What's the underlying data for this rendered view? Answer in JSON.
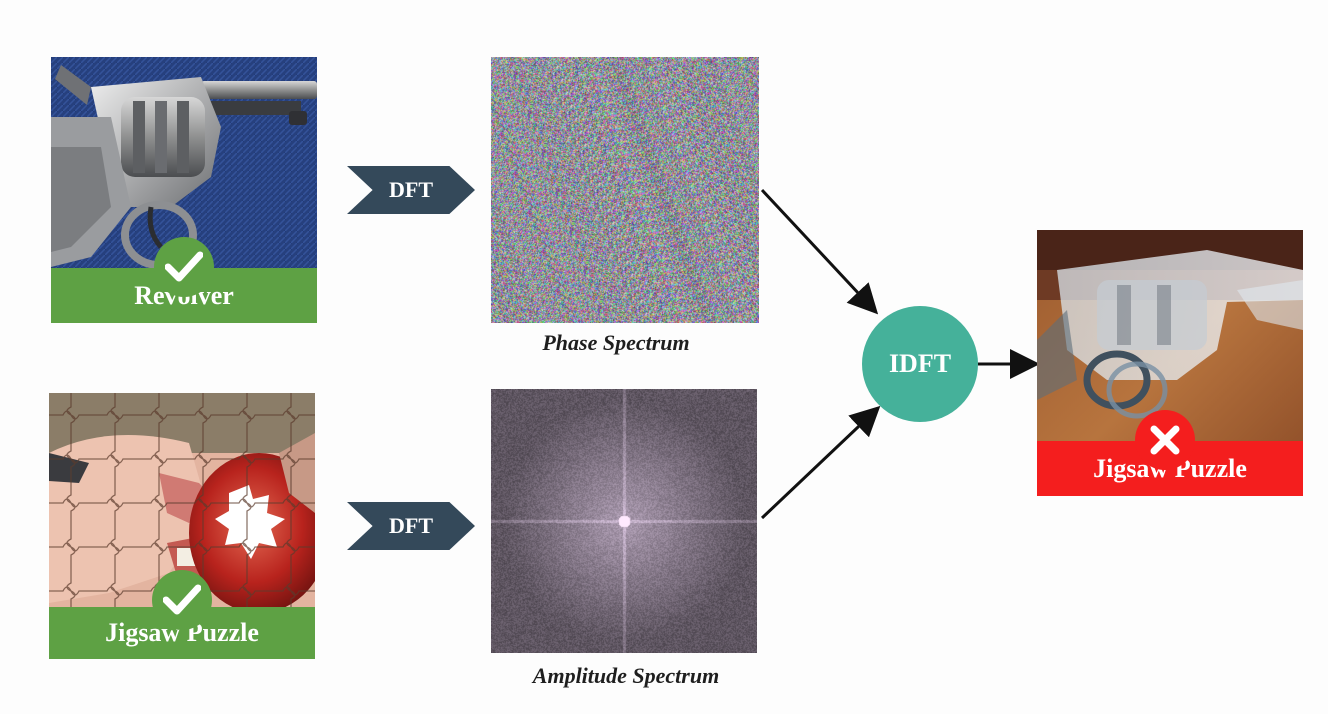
{
  "inputs": {
    "top": {
      "label": "Revolver",
      "status": "correct",
      "status_color": "#5ea144"
    },
    "bottom": {
      "label": "Jigsaw Puzzle",
      "status": "correct",
      "status_color": "#5ea144"
    }
  },
  "transforms": {
    "dft_top": "DFT",
    "dft_bottom": "DFT",
    "idft": "IDFT"
  },
  "spectra": {
    "phase_caption": "Phase Spectrum",
    "amplitude_caption": "Amplitude Spectrum"
  },
  "output": {
    "label": "Jigsaw Puzzle",
    "status": "incorrect",
    "status_color": "#f41e1e"
  },
  "icons": {
    "correct": "check-icon",
    "incorrect": "cross-icon"
  }
}
